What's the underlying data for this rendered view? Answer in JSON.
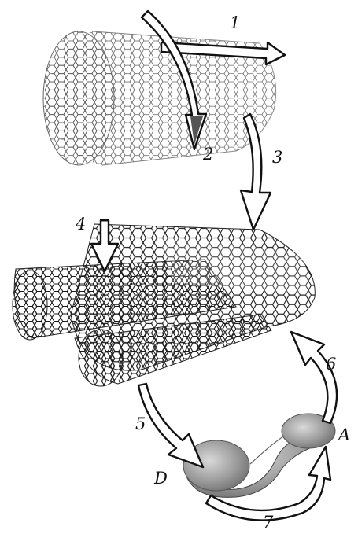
{
  "diagram": {
    "labels": {
      "l1": "1",
      "l2": "2",
      "l3": "3",
      "l4": "4",
      "l5": "5",
      "l6": "6",
      "l7": "7",
      "A": "A",
      "D": "D"
    },
    "colors": {
      "ink": "#111111",
      "lattice_light": "#555555",
      "lattice_dark": "#1a1a1a",
      "orbital_fill": "#9a9a9a"
    }
  }
}
